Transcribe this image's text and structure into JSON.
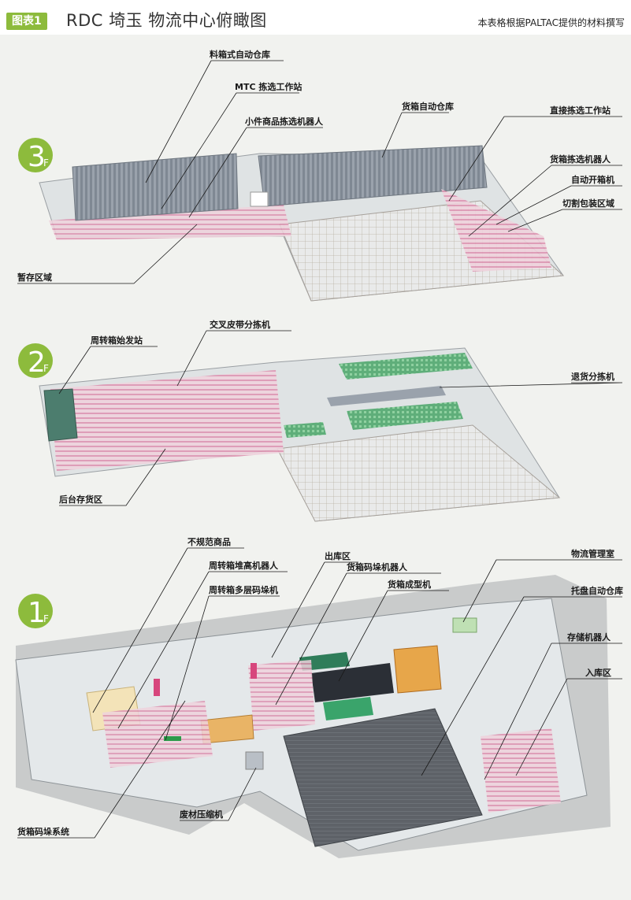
{
  "header": {
    "figure_tag": "图表1",
    "title": "RDC 埼玉 物流中心俯瞰图",
    "source": "本表格根据PALTAC提供的材料撰写"
  },
  "floors": [
    {
      "number": "3",
      "suffix": "F"
    },
    {
      "number": "2",
      "suffix": "F"
    },
    {
      "number": "1",
      "suffix": "F"
    }
  ],
  "labels": {
    "f3": {
      "tote_asrs": "料箱式自动仓库",
      "mtc_station": "MTC 拣选工作站",
      "small_item_robot": "小件商品拣选机器人",
      "case_asrs": "货箱自动仓库",
      "direct_pick_station": "直接拣选工作站",
      "case_pick_robot": "货箱拣选机器人",
      "auto_opener": "自动开箱机",
      "cut_pack_area": "切割包装区域",
      "temp_storage": "暂存区域"
    },
    "f2": {
      "tote_launch": "周转箱始发站",
      "cross_belt_sorter": "交叉皮带分拣机",
      "return_sorter": "退货分拣机",
      "backroom_storage": "后台存货区"
    },
    "f1": {
      "irregular_goods": "不规范商品",
      "tote_stacker_robot": "周转箱堆高机器人",
      "tote_palletizer": "周转箱多层码垛机",
      "shipping_area": "出库区",
      "case_palletizing_robot": "货箱码垛机器人",
      "case_former": "货箱成型机",
      "control_room": "物流管理室",
      "pallet_asrs": "托盘自动仓库",
      "storage_robot": "存储机器人",
      "receiving_area": "入库区",
      "waste_compactor": "废材压缩机",
      "case_palletizing_system": "货箱码垛系统"
    }
  },
  "colors": {
    "accent_green": "#8dbb3c",
    "floor_plate": "#dfe3e4",
    "rack_gray": "#8e96a0",
    "conveyor_pink": "#e8a0bc",
    "road_gray": "#c9cbcb"
  }
}
